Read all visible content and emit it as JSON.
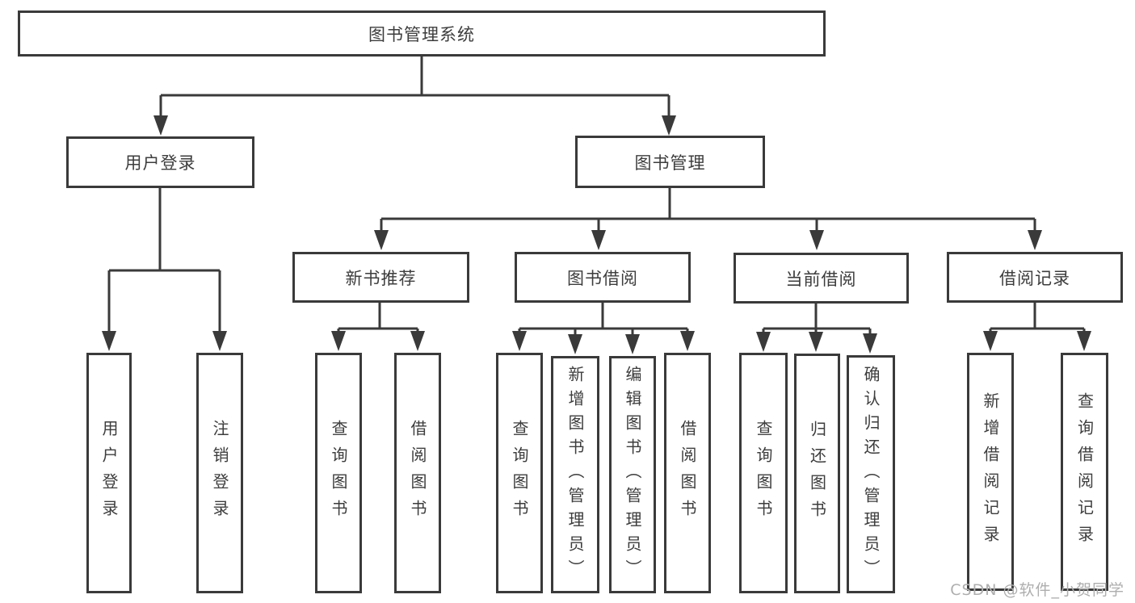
{
  "diagram": {
    "root": "图书管理系统",
    "level2": {
      "user_login": "用户登录",
      "book_management": "图书管理"
    },
    "level3": {
      "new_books": "新书推荐",
      "book_borrow": "图书借阅",
      "current_borrow": "当前借阅",
      "borrow_records": "借阅记录"
    },
    "leaves": {
      "login": "用户登录",
      "logout": "注销登录",
      "new_query_book": "查询图书",
      "new_borrow_book": "借阅图书",
      "bb_query_book": "查询图书",
      "bb_add_book_admin": "新增图书（管理员）",
      "bb_edit_book_admin": "编辑图书（管理员）",
      "bb_borrow_book": "借阅图书",
      "cur_query_book": "查询图书",
      "cur_return_book": "归还图书",
      "cur_confirm_return_admin": "确认归还（管理员）",
      "rec_add_record": "新增借阅记录",
      "rec_query_record": "查询借阅记录"
    }
  },
  "watermark": "CSDN @软件_小贺同学",
  "colors": {
    "line": "#3a3a3a",
    "box_border": "#3a3a3a",
    "text": "#3d3d3d",
    "watermark": "#aeaeae",
    "background": "#ffffff"
  }
}
